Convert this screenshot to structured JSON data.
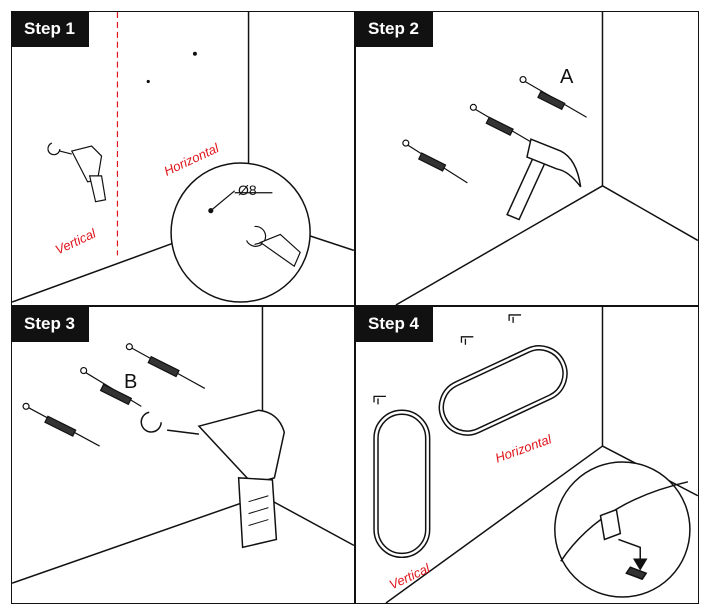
{
  "steps": [
    {
      "title": "Step 1",
      "labels": {
        "horizontal": "Horizontal",
        "vertical": "Vertical",
        "diameter": "Ø8"
      }
    },
    {
      "title": "Step 2",
      "labels": {
        "part": "A"
      }
    },
    {
      "title": "Step 3",
      "labels": {
        "part": "B"
      }
    },
    {
      "title": "Step 4",
      "labels": {
        "horizontal": "Horizontal",
        "vertical": "Vertical"
      }
    }
  ],
  "colors": {
    "line": "#111111",
    "accent_red": "#e0141b",
    "tab_bg": "#111111",
    "tab_text": "#ffffff"
  },
  "icons": [
    "drill-icon",
    "hammer-icon",
    "wall-anchor-icon",
    "screw-icon",
    "mirror-icon",
    "mounting-bracket-icon"
  ]
}
